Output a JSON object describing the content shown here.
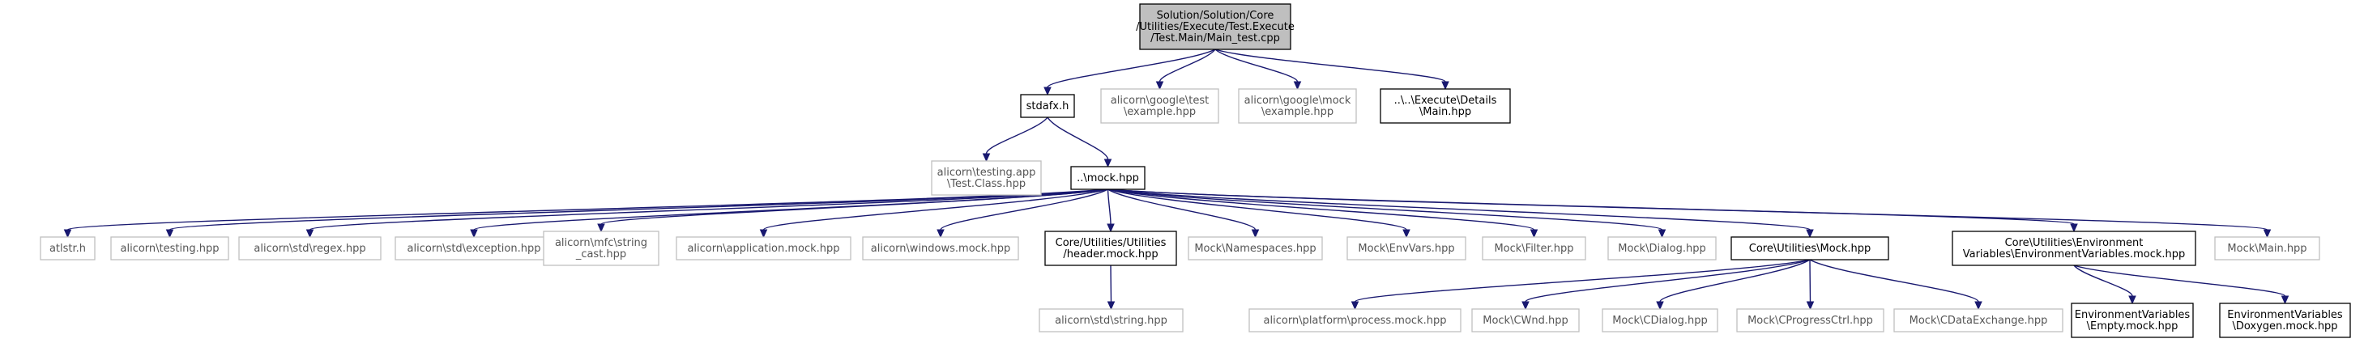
{
  "graph": {
    "colors": {
      "edge": "#191970",
      "root_fill": "#bfbfbf",
      "documented_border": "#000000",
      "undocumented_border": "#bfbfbf",
      "background": "#ffffff"
    },
    "nodes": [
      {
        "id": "root",
        "kind": "root",
        "lines": [
          "Solution/Solution/Core",
          "/Utilities/Execute/Test.Execute",
          "/Test.Main/Main_test.cpp"
        ]
      },
      {
        "id": "stdafx",
        "kind": "documented",
        "lines": [
          "stdafx.h"
        ]
      },
      {
        "id": "gtest",
        "kind": "undocumented",
        "lines": [
          "alicorn\\google\\test",
          "\\example.hpp"
        ]
      },
      {
        "id": "gmock",
        "kind": "undocumented",
        "lines": [
          "alicorn\\google\\mock",
          "\\example.hpp"
        ]
      },
      {
        "id": "mainhpp",
        "kind": "documented",
        "lines": [
          "..\\..\\Execute\\Details",
          "\\Main.hpp"
        ]
      },
      {
        "id": "testclass",
        "kind": "undocumented",
        "lines": [
          "alicorn\\testing.app",
          "\\Test.Class.hpp"
        ]
      },
      {
        "id": "mock",
        "kind": "documented",
        "lines": [
          "..\\mock.hpp"
        ]
      },
      {
        "id": "atlstr",
        "kind": "undocumented",
        "lines": [
          "atlstr.h"
        ]
      },
      {
        "id": "testing",
        "kind": "undocumented",
        "lines": [
          "alicorn\\testing.hpp"
        ]
      },
      {
        "id": "regex",
        "kind": "undocumented",
        "lines": [
          "alicorn\\std\\regex.hpp"
        ]
      },
      {
        "id": "exception",
        "kind": "undocumented",
        "lines": [
          "alicorn\\std\\exception.hpp"
        ]
      },
      {
        "id": "mfcstring",
        "kind": "undocumented",
        "lines": [
          "alicorn\\mfc\\string",
          "_cast.hpp"
        ]
      },
      {
        "id": "appmock",
        "kind": "undocumented",
        "lines": [
          "alicorn\\application.mock.hpp"
        ]
      },
      {
        "id": "winmock",
        "kind": "undocumented",
        "lines": [
          "alicorn\\windows.mock.hpp"
        ]
      },
      {
        "id": "headermock",
        "kind": "documented",
        "lines": [
          "Core/Utilities/Utilities",
          "/header.mock.hpp"
        ]
      },
      {
        "id": "namespaces",
        "kind": "undocumented",
        "lines": [
          "Mock\\Namespaces.hpp"
        ]
      },
      {
        "id": "envvars",
        "kind": "undocumented",
        "lines": [
          "Mock\\EnvVars.hpp"
        ]
      },
      {
        "id": "filter",
        "kind": "undocumented",
        "lines": [
          "Mock\\Filter.hpp"
        ]
      },
      {
        "id": "dialog",
        "kind": "undocumented",
        "lines": [
          "Mock\\Dialog.hpp"
        ]
      },
      {
        "id": "coremock",
        "kind": "documented",
        "lines": [
          "Core\\Utilities\\Mock.hpp"
        ]
      },
      {
        "id": "envvarmock",
        "kind": "documented",
        "lines": [
          "Core\\Utilities\\Environment",
          "Variables\\EnvironmentVariables.mock.hpp"
        ]
      },
      {
        "id": "mockmain",
        "kind": "undocumented",
        "lines": [
          "Mock\\Main.hpp"
        ]
      },
      {
        "id": "stdstring",
        "kind": "undocumented",
        "lines": [
          "alicorn\\std\\string.hpp"
        ]
      },
      {
        "id": "process",
        "kind": "undocumented",
        "lines": [
          "alicorn\\platform\\process.mock.hpp"
        ]
      },
      {
        "id": "cwnd",
        "kind": "undocumented",
        "lines": [
          "Mock\\CWnd.hpp"
        ]
      },
      {
        "id": "cdialog",
        "kind": "undocumented",
        "lines": [
          "Mock\\CDialog.hpp"
        ]
      },
      {
        "id": "cprogress",
        "kind": "undocumented",
        "lines": [
          "Mock\\CProgressCtrl.hpp"
        ]
      },
      {
        "id": "cdataexchange",
        "kind": "undocumented",
        "lines": [
          "Mock\\CDataExchange.hpp"
        ]
      },
      {
        "id": "envempty",
        "kind": "documented",
        "lines": [
          "EnvironmentVariables",
          "\\Empty.mock.hpp"
        ]
      },
      {
        "id": "envdoxygen",
        "kind": "documented",
        "lines": [
          "EnvironmentVariables",
          "\\Doxygen.mock.hpp"
        ]
      }
    ],
    "edges": [
      [
        "root",
        "stdafx"
      ],
      [
        "root",
        "gtest"
      ],
      [
        "root",
        "gmock"
      ],
      [
        "root",
        "mainhpp"
      ],
      [
        "stdafx",
        "testclass"
      ],
      [
        "stdafx",
        "mock"
      ],
      [
        "mock",
        "atlstr"
      ],
      [
        "mock",
        "testing"
      ],
      [
        "mock",
        "regex"
      ],
      [
        "mock",
        "exception"
      ],
      [
        "mock",
        "mfcstring"
      ],
      [
        "mock",
        "appmock"
      ],
      [
        "mock",
        "winmock"
      ],
      [
        "mock",
        "headermock"
      ],
      [
        "mock",
        "namespaces"
      ],
      [
        "mock",
        "envvars"
      ],
      [
        "mock",
        "filter"
      ],
      [
        "mock",
        "dialog"
      ],
      [
        "mock",
        "coremock"
      ],
      [
        "mock",
        "envvarmock"
      ],
      [
        "mock",
        "mockmain"
      ],
      [
        "headermock",
        "stdstring"
      ],
      [
        "coremock",
        "process"
      ],
      [
        "coremock",
        "cwnd"
      ],
      [
        "coremock",
        "cdialog"
      ],
      [
        "coremock",
        "cprogress"
      ],
      [
        "coremock",
        "cdataexchange"
      ],
      [
        "envvarmock",
        "envempty"
      ],
      [
        "envvarmock",
        "envdoxygen"
      ]
    ]
  }
}
